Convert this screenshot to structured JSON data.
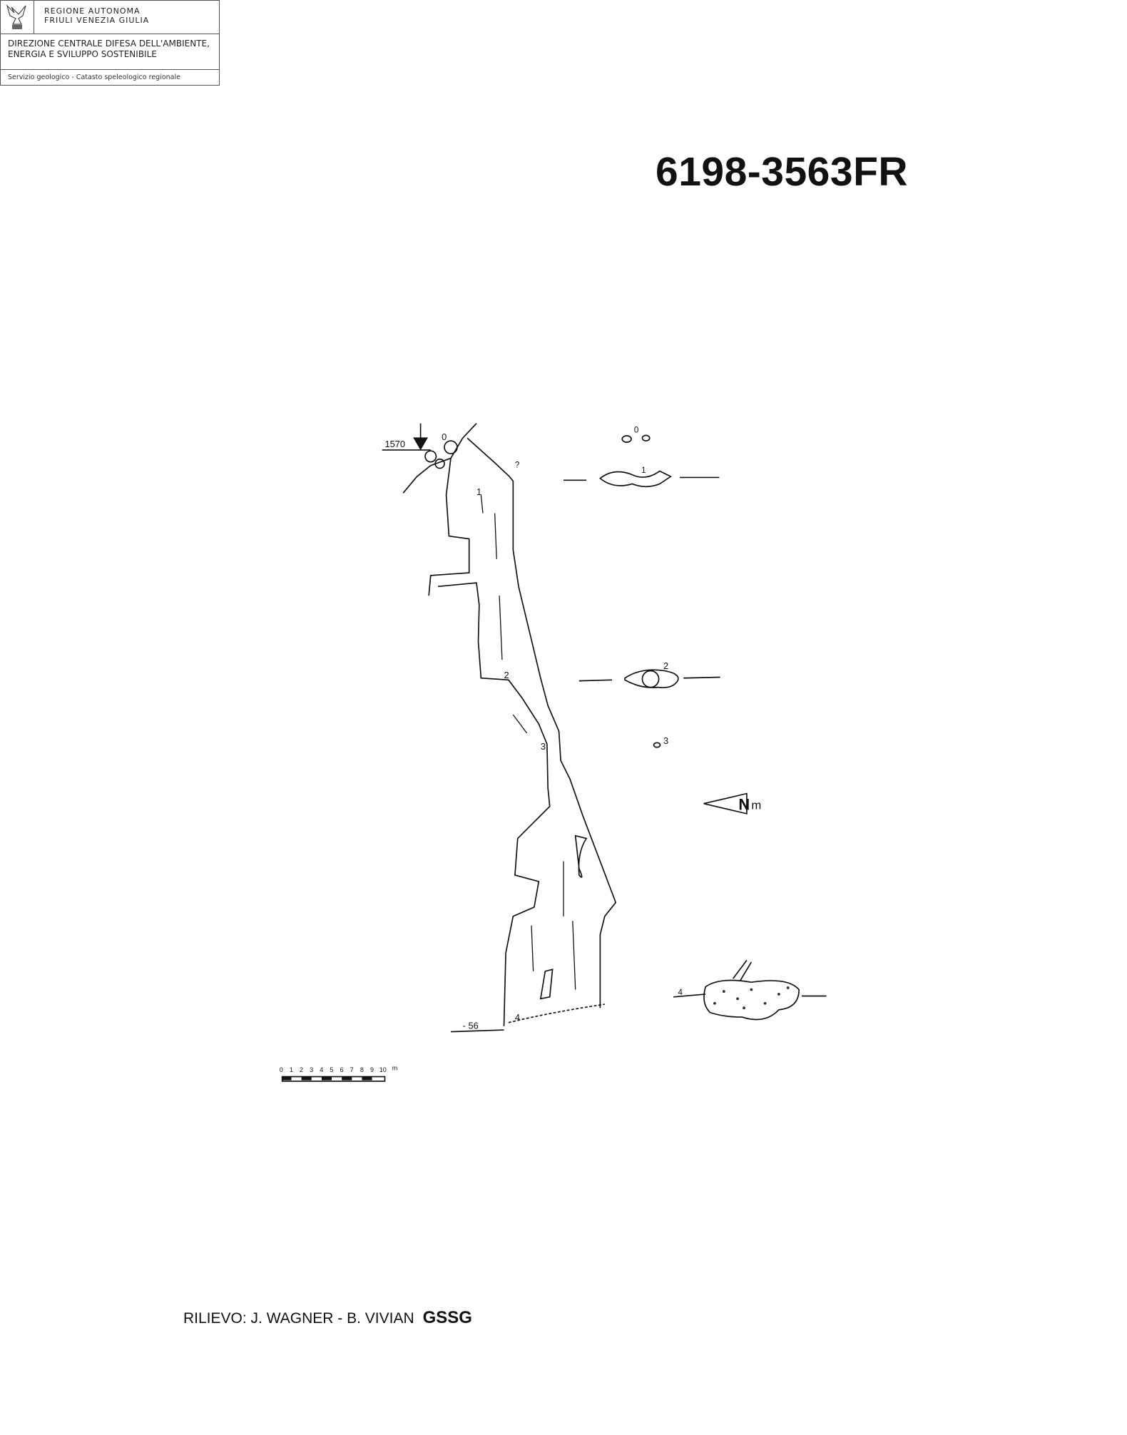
{
  "header": {
    "region_line1": "REGIONE AUTONOMA",
    "region_line2": "FRIULI VENEZIA GIULIA",
    "direzione_line1": "DIREZIONE CENTRALE DIFESA DELL'AMBIENTE,",
    "direzione_line2": "ENERGIA E SVILUPPO SOSTENIBILE",
    "servizio": "Servizio geologico - Catasto speleologico regionale"
  },
  "cave_code": "6198-3563FR",
  "survey": {
    "entrance_elevation": "1570",
    "depth": "- 56",
    "stations": [
      "0",
      "1",
      "2",
      "3",
      "4"
    ],
    "section_labels": [
      "0",
      "1",
      "2",
      "3",
      "4"
    ],
    "unknown_mark": "?",
    "north_label": "N",
    "north_suffix": "m"
  },
  "scale_bar": {
    "ticks": [
      "0",
      "1",
      "2",
      "3",
      "4",
      "5",
      "6",
      "7",
      "8",
      "9",
      "10"
    ],
    "unit": "m"
  },
  "credits": {
    "text": "RILIEVO: J. WAGNER - B. VIVIAN",
    "group": "GSSG"
  }
}
